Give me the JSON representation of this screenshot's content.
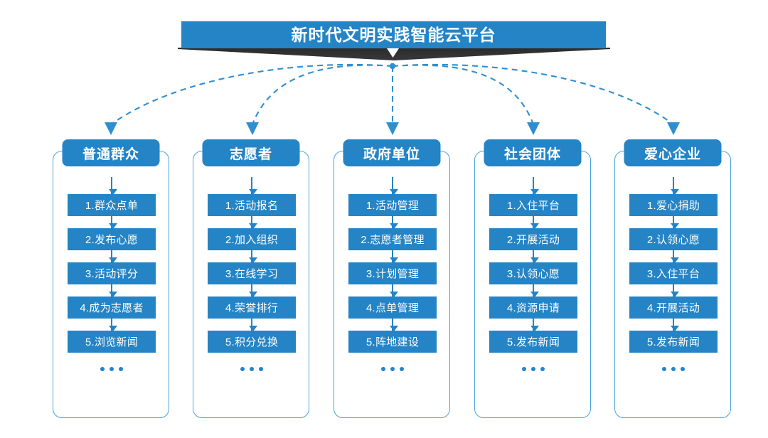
{
  "title": {
    "text": "新时代文明实践智能云平台",
    "bar_color": "#2484c6",
    "ribbon_color": "#2e2e2e"
  },
  "theme": {
    "accent": "#2484c6",
    "outline": "#4aa3dd",
    "connector": "#2e8fd0",
    "background": "#ffffff"
  },
  "ellipsis_label": "...",
  "columns": [
    {
      "header": "普通群众",
      "items": [
        "1.群众点单",
        "2.发布心愿",
        "3.活动评分",
        "4.成为志愿者",
        "5.浏览新闻"
      ]
    },
    {
      "header": "志愿者",
      "items": [
        "1.活动报名",
        "2.加入组织",
        "3.在线学习",
        "4.荣誉排行",
        "5.积分兑换"
      ]
    },
    {
      "header": "政府单位",
      "items": [
        "1.活动管理",
        "2.志愿者管理",
        "3.计划管理",
        "4.点单管理",
        "5.阵地建设"
      ]
    },
    {
      "header": "社会团体",
      "items": [
        "1.入住平台",
        "2.开展活动",
        "3.认领心愿",
        "4.资源申请",
        "5.发布新闻"
      ]
    },
    {
      "header": "爱心企业",
      "items": [
        "1.爱心捐助",
        "2.认领心愿",
        "3.入住平台",
        "4.开展活动",
        "5.发布新闻"
      ]
    }
  ]
}
